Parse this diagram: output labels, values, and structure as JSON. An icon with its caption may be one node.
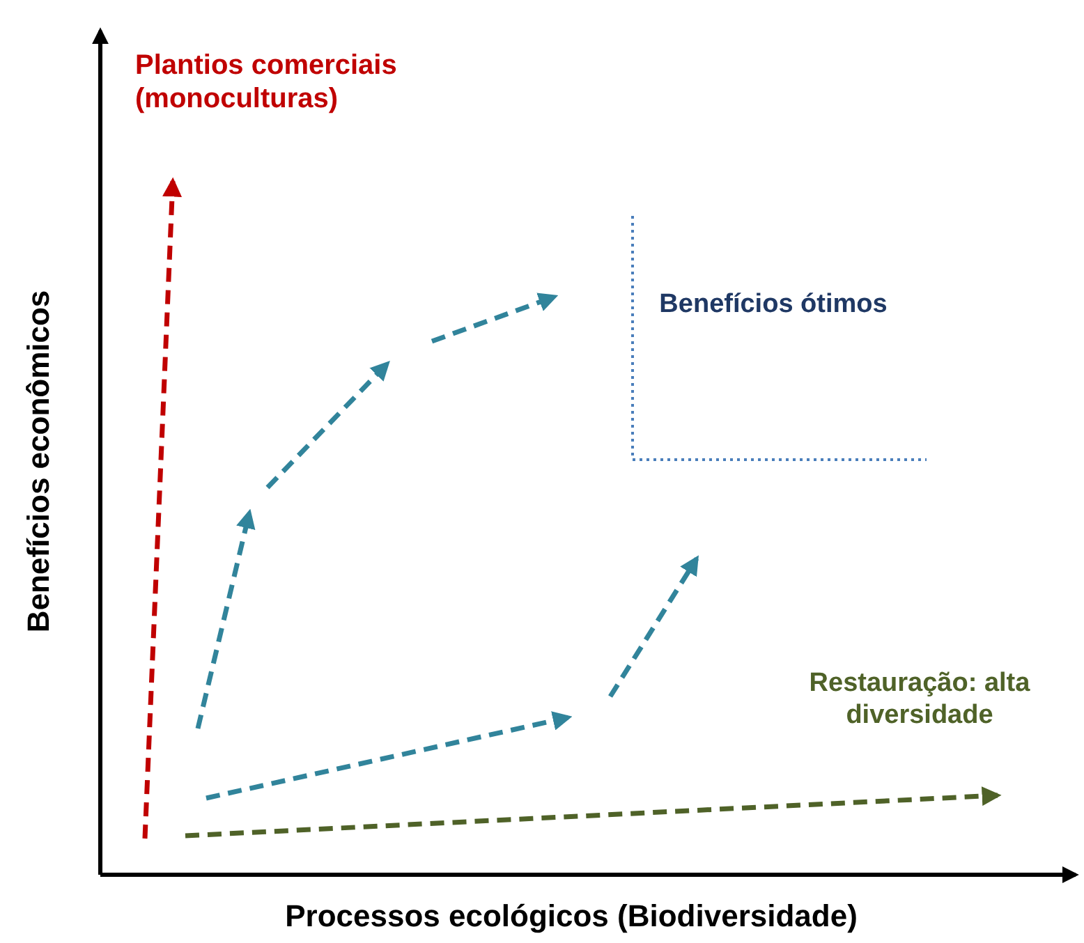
{
  "diagram": {
    "labels": [
      "Plantios comerciais (monoculturas)",
      "Benefícios ótimos",
      "Benefícios econômicos",
      "Restauração: alta diversidade",
      "Processos ecológicos (Biodiversidade)"
    ]
  }
}
